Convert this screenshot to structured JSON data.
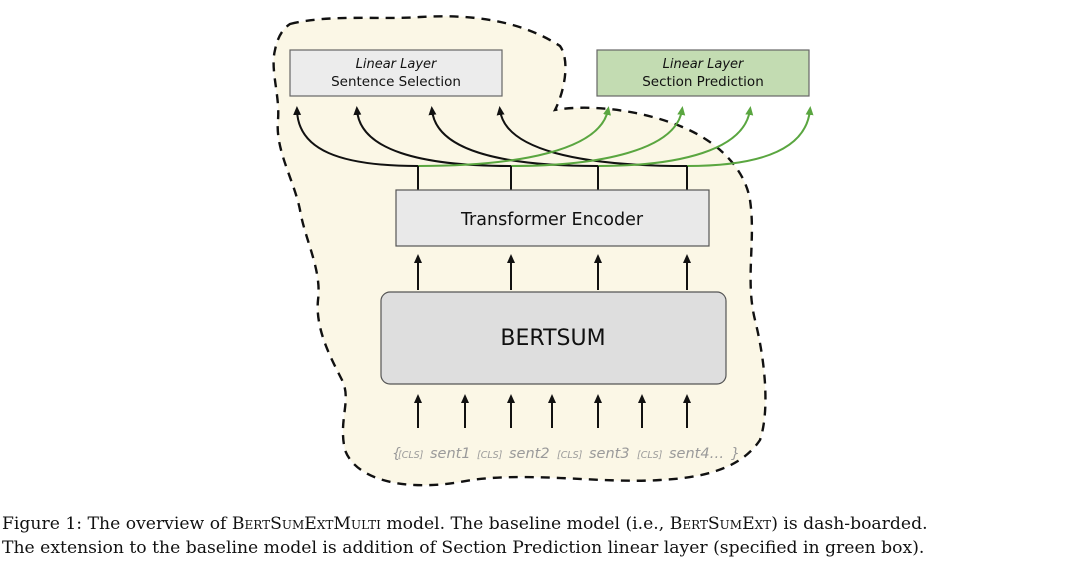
{
  "diagram": {
    "linear_layer_label": "Linear Layer",
    "sentence_selection_label": "Sentence Selection",
    "section_prediction_label": "Section Prediction",
    "transformer_label": "Transformer Encoder",
    "bertsum_label": "BERTSUM",
    "input": {
      "open_brace": "{",
      "close_brace": "}",
      "cls_token": "[CLS]",
      "sentences": [
        "sent1",
        "sent2",
        "sent3",
        "sent4…"
      ]
    },
    "colors": {
      "shaded_region": "#fbf7e6",
      "section_box_fill": "#c3dcb2",
      "green_arrow": "#5aa640",
      "black_arrow": "#111111",
      "box_fill": "#e9e9e9",
      "input_text": "#9a9a9a"
    }
  },
  "caption": {
    "label": "Figure 1:",
    "text_a": "The overview of",
    "model_name": "BertSumExtMulti",
    "text_b": "model. The baseline model (i.e.,",
    "baseline_name": "BertSumExt",
    "text_c": ") is dash-boarded.",
    "line2": "The extension to the baseline model is addition of Section Prediction linear layer (specified in green box)."
  }
}
